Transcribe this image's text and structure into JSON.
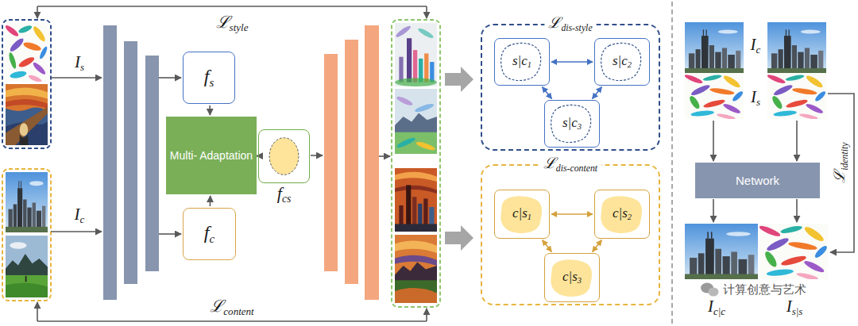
{
  "diagram": {
    "nodes": [
      {
        "text": [
          "fs"
        ]
      },
      {
        "text": [
          "Multi- Adaptation"
        ]
      },
      {
        "text": [
          "fcs"
        ]
      },
      {
        "text": [
          "fc"
        ]
      },
      {
        "text": [
          "ℒdis-style"
        ]
      },
      {
        "text": [
          "s|c1"
        ],
        "in": 4
      },
      {
        "text": [
          "s|c2"
        ],
        "in": 4
      },
      {
        "text": [
          "s|c3"
        ],
        "in": 4
      },
      {
        "text": [
          "ℒdis-content"
        ]
      },
      {
        "text": [
          "c|s1"
        ],
        "in": 8
      },
      {
        "text": [
          "c|s2"
        ],
        "in": 8
      },
      {
        "text": [
          "c|s3"
        ],
        "in": 8
      },
      {
        "text": [
          "Network"
        ]
      }
    ],
    "edges": [
      {
        "from": 0,
        "to": 1,
        "arrow": "to"
      },
      {
        "from": 3,
        "to": 1,
        "arrow": "to"
      },
      {
        "from": 1,
        "to": 2,
        "arrow": "to"
      },
      {
        "from": 5,
        "to": 6,
        "arrow": "both"
      },
      {
        "from": 5,
        "to": 7,
        "arrow": "both"
      },
      {
        "from": 6,
        "to": 7,
        "arrow": "both"
      },
      {
        "from": 9,
        "to": 10,
        "arrow": "both"
      },
      {
        "from": 9,
        "to": 11,
        "arrow": "both"
      },
      {
        "from": 10,
        "to": 11,
        "arrow": "both"
      }
    ],
    "labels": [
      "ℒstyle",
      "Is",
      "Ic",
      "ℒcontent",
      "Ic",
      "Is",
      "ℒidentity",
      "Ic|c",
      "Is|s",
      "计算创意与艺术"
    ]
  }
}
